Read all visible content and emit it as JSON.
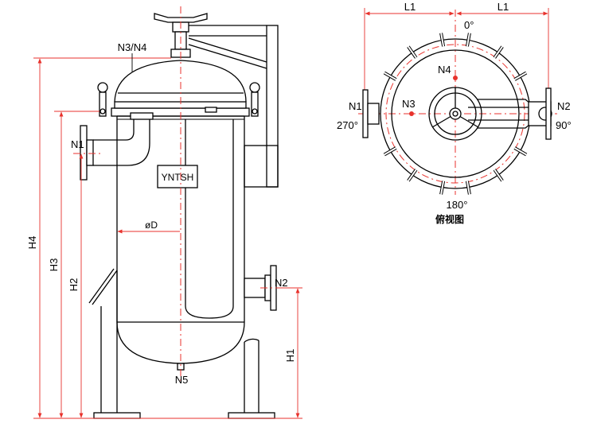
{
  "side_view": {
    "nozzle_labels": {
      "n1": "N1",
      "n2": "N2",
      "n3n4": "N3/N4",
      "n5": "N5"
    },
    "brand_plate": "YNTSH",
    "diameter_label": "øD",
    "dimensions": {
      "h1": "H1",
      "h2": "H2",
      "h3": "H3",
      "h4": "H4"
    }
  },
  "top_view": {
    "l1_left": "L1",
    "l1_right": "L1",
    "angles": {
      "a0": "0°",
      "a90": "90°",
      "a180": "180°",
      "a270": "270°"
    },
    "nozzle_labels": {
      "n1": "N1",
      "n2": "N2",
      "n3": "N3",
      "n4": "N4"
    },
    "caption": "俯视图"
  }
}
